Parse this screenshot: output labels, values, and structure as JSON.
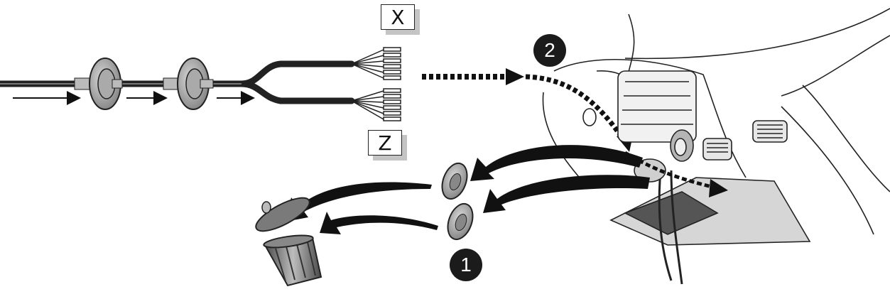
{
  "labels": {
    "x": "X",
    "z": "Z"
  },
  "steps": {
    "step_1": "1",
    "step_2": "2"
  },
  "colors": {
    "ink": "#111111",
    "cable": "#2e2e2e",
    "shadow": "#c4c4c4",
    "badge": "#1b1b1b",
    "grommet": "#9a9a9a",
    "bin": "#6f6f6f"
  },
  "icons": [
    "cable-with-grommets",
    "dashed-route-arrow",
    "grommet",
    "trash-bin-icon",
    "scooter-front-panel"
  ]
}
